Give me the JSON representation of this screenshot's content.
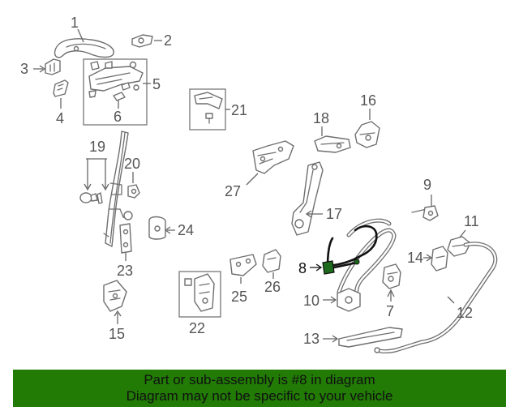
{
  "callouts": [
    {
      "id": "1",
      "text": "1"
    },
    {
      "id": "2",
      "text": "2"
    },
    {
      "id": "3",
      "text": "3"
    },
    {
      "id": "4",
      "text": "4"
    },
    {
      "id": "5",
      "text": "5"
    },
    {
      "id": "6",
      "text": "6"
    },
    {
      "id": "7",
      "text": "7"
    },
    {
      "id": "8",
      "text": "8"
    },
    {
      "id": "9",
      "text": "9"
    },
    {
      "id": "10",
      "text": "10"
    },
    {
      "id": "11",
      "text": "11"
    },
    {
      "id": "12",
      "text": "12"
    },
    {
      "id": "13",
      "text": "13"
    },
    {
      "id": "14",
      "text": "14"
    },
    {
      "id": "15",
      "text": "15"
    },
    {
      "id": "16",
      "text": "16"
    },
    {
      "id": "17",
      "text": "17"
    },
    {
      "id": "18",
      "text": "18"
    },
    {
      "id": "19",
      "text": "19"
    },
    {
      "id": "20",
      "text": "20"
    },
    {
      "id": "21",
      "text": "21"
    },
    {
      "id": "22",
      "text": "22"
    },
    {
      "id": "23",
      "text": "23"
    },
    {
      "id": "24",
      "text": "24"
    },
    {
      "id": "25",
      "text": "25"
    },
    {
      "id": "26",
      "text": "26"
    },
    {
      "id": "27",
      "text": "27"
    }
  ],
  "highlighted_part": "8",
  "highlight_color": "#111111",
  "footer": {
    "line1": "Part or sub-assembly is #8 in diagram",
    "line2": "Diagram may not be specific to your vehicle",
    "background": "#217b05"
  }
}
